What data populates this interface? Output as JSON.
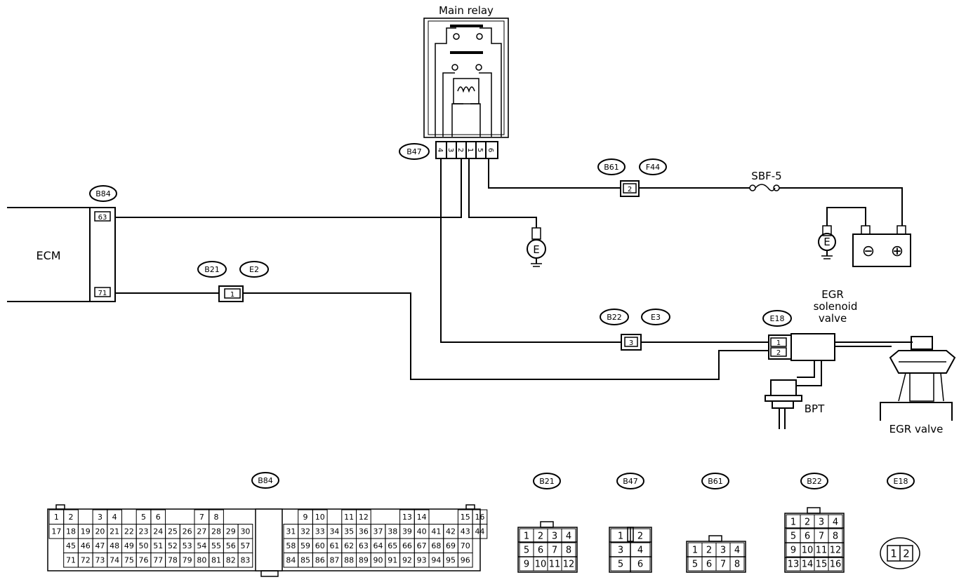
{
  "components": {
    "main_relay": "Main relay",
    "ecm": "ECM",
    "fuse": "SBF-5",
    "egr_solenoid": [
      "EGR",
      "solenoid",
      "valve"
    ],
    "bpt": "BPT",
    "egr_valve": "EGR valve",
    "ground": "E",
    "battery_minus": "⊖",
    "battery_plus": "⊕"
  },
  "connectors": {
    "b84": {
      "id": "B84",
      "pins": [
        "63",
        "71"
      ]
    },
    "b47": {
      "id": "B47",
      "pins": [
        "4",
        "3",
        "2",
        "1",
        "5",
        "6"
      ]
    },
    "b61": {
      "id": "B61",
      "pin": "2"
    },
    "f44": {
      "id": "F44"
    },
    "b21": {
      "id": "B21",
      "pin": "1"
    },
    "e2": {
      "id": "E2"
    },
    "b22": {
      "id": "B22",
      "pin": "3"
    },
    "e3": {
      "id": "E3"
    },
    "e18": {
      "id": "E18",
      "pins": [
        "1",
        "2"
      ]
    }
  },
  "connector_views": {
    "b84": {
      "id": "B84",
      "row1": [
        "1",
        "2",
        "3",
        "4",
        "5",
        "6",
        "7",
        "8",
        "9",
        "10",
        "11",
        "12",
        "13",
        "14",
        "15",
        "16"
      ],
      "row2": [
        "17",
        "18",
        "19",
        "20",
        "21",
        "22",
        "23",
        "24",
        "25",
        "26",
        "27",
        "28",
        "29",
        "30",
        "31",
        "32",
        "33",
        "34",
        "35",
        "36",
        "37",
        "38",
        "39",
        "40",
        "41",
        "42",
        "43",
        "44"
      ],
      "row3": [
        "45",
        "46",
        "47",
        "48",
        "49",
        "50",
        "51",
        "52",
        "53",
        "54",
        "55",
        "56",
        "57",
        "58",
        "59",
        "60",
        "61",
        "62",
        "63",
        "64",
        "65",
        "66",
        "67",
        "68",
        "69",
        "70"
      ],
      "row4": [
        "71",
        "72",
        "73",
        "74",
        "75",
        "76",
        "77",
        "78",
        "79",
        "80",
        "81",
        "82",
        "83",
        "84",
        "85",
        "86",
        "87",
        "88",
        "89",
        "90",
        "91",
        "92",
        "93",
        "94",
        "95",
        "96"
      ]
    },
    "b21": {
      "id": "B21",
      "rows": [
        [
          "1",
          "2",
          "3",
          "4"
        ],
        [
          "5",
          "6",
          "7",
          "8"
        ],
        [
          "9",
          "10",
          "11",
          "12"
        ]
      ]
    },
    "b47": {
      "id": "B47",
      "rows": [
        [
          "1",
          "2"
        ],
        [
          "3",
          "4"
        ],
        [
          "5",
          "6"
        ]
      ]
    },
    "b61": {
      "id": "B61",
      "rows": [
        [
          "1",
          "2",
          "3",
          "4"
        ],
        [
          "5",
          "6",
          "7",
          "8"
        ]
      ]
    },
    "b22": {
      "id": "B22",
      "rows": [
        [
          "1",
          "2",
          "3",
          "4"
        ],
        [
          "5",
          "6",
          "7",
          "8"
        ],
        [
          "9",
          "10",
          "11",
          "12"
        ],
        [
          "13",
          "14",
          "15",
          "16"
        ]
      ]
    },
    "e18": {
      "id": "E18",
      "rows": [
        [
          "1",
          "2"
        ]
      ]
    }
  }
}
